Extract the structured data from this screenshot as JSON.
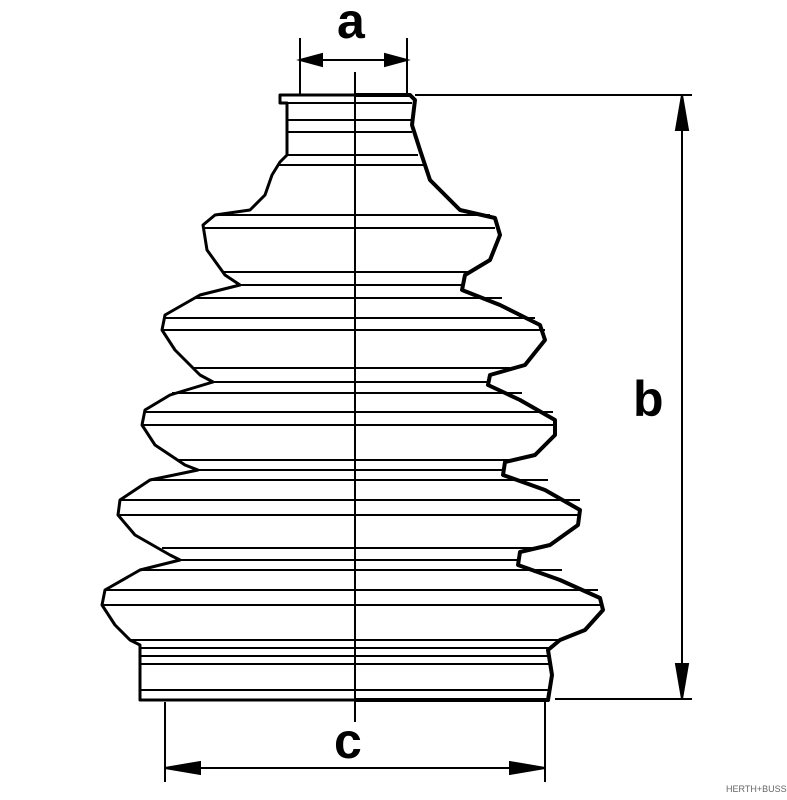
{
  "labels": {
    "a": "a",
    "b": "b",
    "c": "c"
  },
  "watermark": "HERTH+BUSS",
  "colors": {
    "line": "#000000",
    "background": "#ffffff"
  }
}
